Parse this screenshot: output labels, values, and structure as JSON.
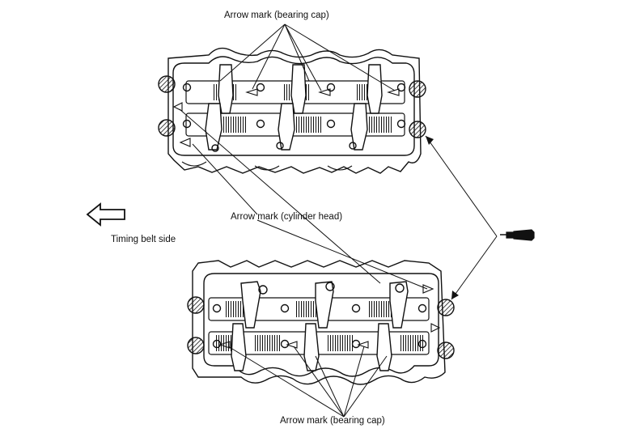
{
  "labels": {
    "arrow_mark_bearing_cap_top": "Arrow mark (bearing cap)",
    "arrow_mark_cylinder_head": "Arrow mark (cylinder head)",
    "timing_belt_side": "Timing belt side",
    "arrow_mark_bearing_cap_bottom": "Arrow mark (bearing cap)"
  },
  "icons": {
    "direction_arrow": "left-outline-arrow-icon",
    "sealant": "sealant-tube-icon"
  },
  "colors": {
    "line": "#111111",
    "background": "#ffffff"
  }
}
